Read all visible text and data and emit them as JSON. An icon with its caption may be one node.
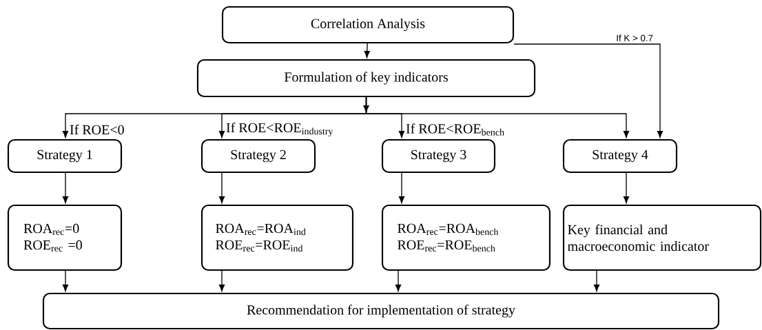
{
  "diagram": {
    "nodes": [
      {
        "text": [
          "Correlation Analysis"
        ]
      },
      {
        "text": [
          "Formulation of key indicators"
        ]
      },
      {
        "text": [
          "Strategy 1"
        ]
      },
      {
        "text": [
          "Strategy 2"
        ]
      },
      {
        "text": [
          "Strategy 3"
        ]
      },
      {
        "text": [
          "Strategy 4"
        ]
      },
      {
        "text": [
          "ROA$_{rec}$=0 ROE$_{rec}$ =0"
        ]
      },
      {
        "text": [
          "ROA$_{rec}$=ROA$_{ind}$ ROE$_{rec}$=ROE$_{ind}$"
        ]
      },
      {
        "text": [
          "ROA$_{rec}$=ROA$_{bench}$ ROE$_{rec}$=ROE$_{bench}$"
        ]
      },
      {
        "text": [
          "Key financial and macroeconomic indicator"
        ]
      },
      {
        "text": [
          "Recommendation for implementation of strategy"
        ]
      }
    ],
    "edges": [
      {
        "from": 0,
        "to": 1,
        "arrow": "to"
      },
      {
        "from": 1,
        "to": 2,
        "arrow": "to",
        "label": "If ROE<0"
      },
      {
        "from": 1,
        "to": 3,
        "arrow": "to",
        "label": "If ROE<ROE$_{industry}$"
      },
      {
        "from": 1,
        "to": 4,
        "arrow": "to",
        "label": "If ROE<ROE$_{bench}$"
      },
      {
        "from": 1,
        "to": 5,
        "arrow": "to"
      },
      {
        "from": 0,
        "to": 5,
        "arrow": "to",
        "label": "If K > 0.7"
      },
      {
        "from": 2,
        "to": 6,
        "arrow": "to"
      },
      {
        "from": 3,
        "to": 7,
        "arrow": "to"
      },
      {
        "from": 4,
        "to": 8,
        "arrow": "to"
      },
      {
        "from": 5,
        "to": 9,
        "arrow": "to"
      },
      {
        "from": 6,
        "to": 10,
        "arrow": "to"
      },
      {
        "from": 7,
        "to": 10,
        "arrow": "to"
      },
      {
        "from": 8,
        "to": 10,
        "arrow": "to"
      },
      {
        "from": 9,
        "to": 10,
        "arrow": "to"
      }
    ]
  }
}
